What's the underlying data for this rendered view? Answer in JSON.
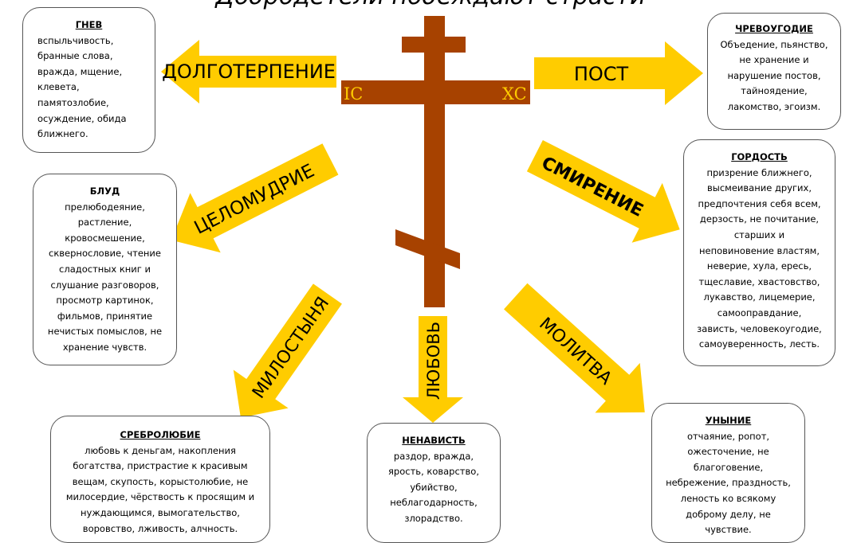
{
  "title": "Добродетели побеждают страсти",
  "cross": {
    "left_label": "IC",
    "right_label": "XC"
  },
  "colors": {
    "arrow": "#ffcc00",
    "cross": "#a74200",
    "cross_text": "#ffcc00"
  },
  "virtues": {
    "patience": "ДОЛГОТЕРПЕНИЕ",
    "fasting": "ПОСТ",
    "chastity": "ЦЕЛОМУДРИЕ",
    "humility": "СМИРЕНИЕ",
    "almsgiving": "МИЛОСТЫНЯ",
    "love": "ЛЮБОВЬ",
    "prayer": "МОЛИТВА"
  },
  "passions": {
    "anger": {
      "title": "ГНЕВ",
      "lines": [
        "вспыльчивость,",
        "бранные слова,",
        "вражда, мщение,",
        "клевета,",
        "памятозлобие,",
        "осуждение, обида",
        "ближнего."
      ]
    },
    "gluttony": {
      "title": "ЧРЕВОУГОДИЕ",
      "lines": [
        "Объедение, пьянство,",
        "не хранение и",
        "нарушение постов,",
        "тайноядение,",
        "лакомство, эгоизм."
      ]
    },
    "fornication": {
      "title": "БЛУД",
      "lines": [
        "прелюбодеяние,",
        "растление,",
        "кровосмешение,",
        "сквернословие, чтение",
        "сладостных книг и",
        "слушание разговоров,",
        "просмотр картинок,",
        "фильмов, принятие",
        "нечистых помыслов, не",
        "хранение чувств."
      ]
    },
    "pride": {
      "title": "ГОРДОСТЬ",
      "lines": [
        "призрение ближнего,",
        "высмеивание других,",
        "предпочтения себя всем,",
        "дерзость, не почитание,",
        "старших и",
        "неповиновение властям,",
        "неверие, хула, ересь,",
        "тщеславие, хвастовство,",
        "лукавство, лицемерие,",
        "самооправдание,",
        "зависть, человекоугодие,",
        "самоуверенность, лесть."
      ]
    },
    "avarice": {
      "title": "СРЕБРОЛЮБИЕ",
      "lines": [
        "любовь к деньгам, накопления",
        "богатства, пристрастие к красивым",
        "вещам, скупость, корыстолюбие, не",
        "милосердие, чёрствость к просящим и",
        "нуждающимся, вымогательство,",
        "воровство, лживость, алчность."
      ]
    },
    "hatred": {
      "title": "НЕНАВИСТЬ",
      "lines": [
        "раздор, вражда,",
        "ярость, коварство,",
        "убийство,",
        "неблагодарность,",
        "злорадство."
      ]
    },
    "despondency": {
      "title": "УНЫНИЕ",
      "lines": [
        "отчаяние, ропот,",
        "ожесточение, не",
        "благоговение,",
        "небрежение, праздность,",
        "леность ко всякому",
        "доброму делу, не",
        "чувствие."
      ]
    }
  }
}
